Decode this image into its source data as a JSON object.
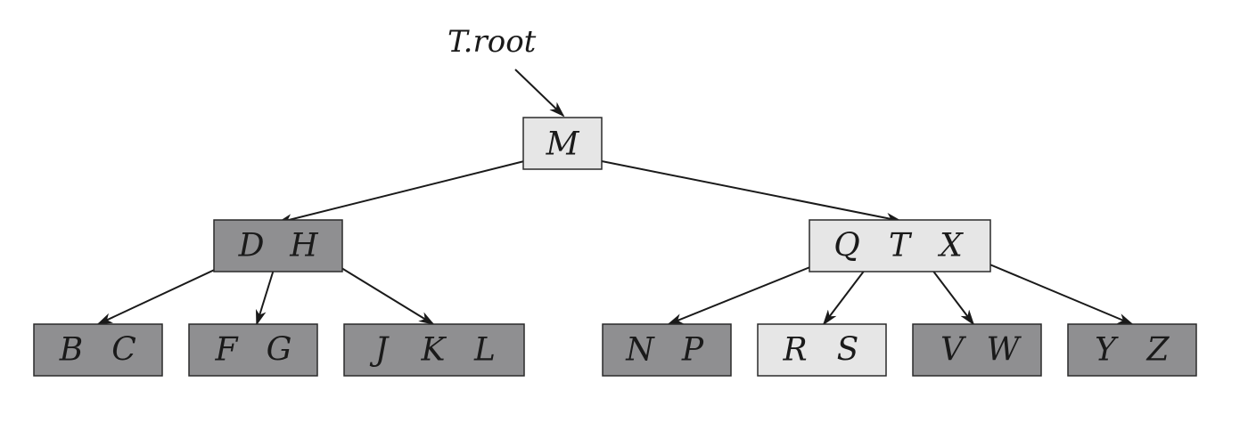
{
  "root_pointer": "T.root",
  "colors": {
    "light": "#e6e6e6",
    "dark": "#8f8f91",
    "line": "#1a1a1a"
  },
  "nodes": {
    "root": {
      "keys": [
        "M"
      ],
      "shade": "light"
    },
    "dh": {
      "keys": [
        "D",
        "H"
      ],
      "shade": "dark"
    },
    "qtx": {
      "keys": [
        "Q",
        "T",
        "X"
      ],
      "shade": "light"
    },
    "bc": {
      "keys": [
        "B",
        "C"
      ],
      "shade": "dark"
    },
    "fg": {
      "keys": [
        "F",
        "G"
      ],
      "shade": "dark"
    },
    "jkl": {
      "keys": [
        "J",
        "K",
        "L"
      ],
      "shade": "dark"
    },
    "np": {
      "keys": [
        "N",
        "P"
      ],
      "shade": "dark"
    },
    "rs": {
      "keys": [
        "R",
        "S"
      ],
      "shade": "light"
    },
    "vw": {
      "keys": [
        "V",
        "W"
      ],
      "shade": "dark"
    },
    "yz": {
      "keys": [
        "Y",
        "Z"
      ],
      "shade": "dark"
    }
  }
}
